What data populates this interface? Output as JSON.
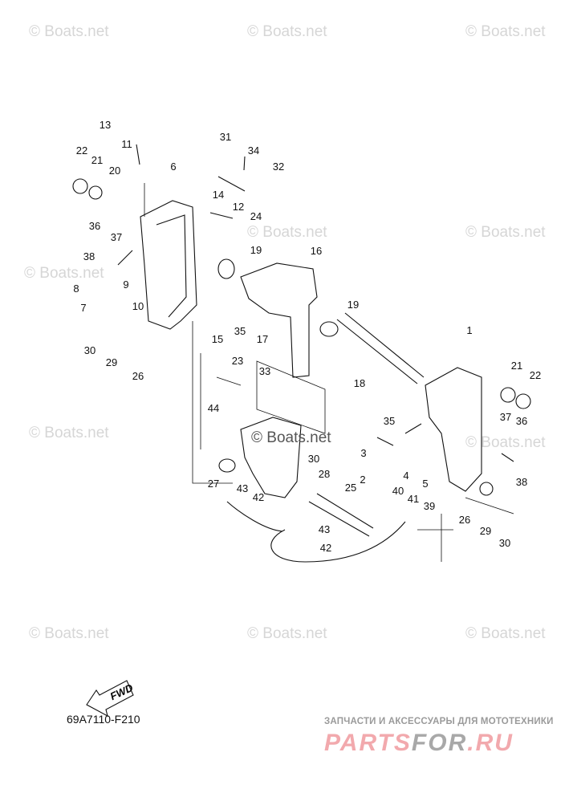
{
  "diagram_code": "69A7110-F210",
  "fwd_label": "FWD",
  "watermark": "© Boats.net",
  "center_watermark": "© Boats.net",
  "ad": {
    "subtitle": "ЗАПЧАСТИ И АКСЕССУАРЫ ДЛЯ МОТОТЕХНИКИ",
    "logo_part1": "PARTS",
    "logo_part2": "FOR",
    "logo_part3": ".RU"
  },
  "callouts": [
    "13",
    "11",
    "22",
    "21",
    "20",
    "6",
    "31",
    "34",
    "32",
    "14",
    "12",
    "24",
    "36",
    "37",
    "38",
    "19",
    "16",
    "8",
    "9",
    "7",
    "10",
    "35",
    "15",
    "17",
    "19",
    "30",
    "29",
    "26",
    "23",
    "33",
    "18",
    "1",
    "21",
    "22",
    "44",
    "30",
    "35",
    "37",
    "36",
    "3",
    "2",
    "4",
    "5",
    "38",
    "27",
    "28",
    "43",
    "42",
    "25",
    "40",
    "41",
    "39",
    "26",
    "29",
    "30",
    "43",
    "42"
  ]
}
